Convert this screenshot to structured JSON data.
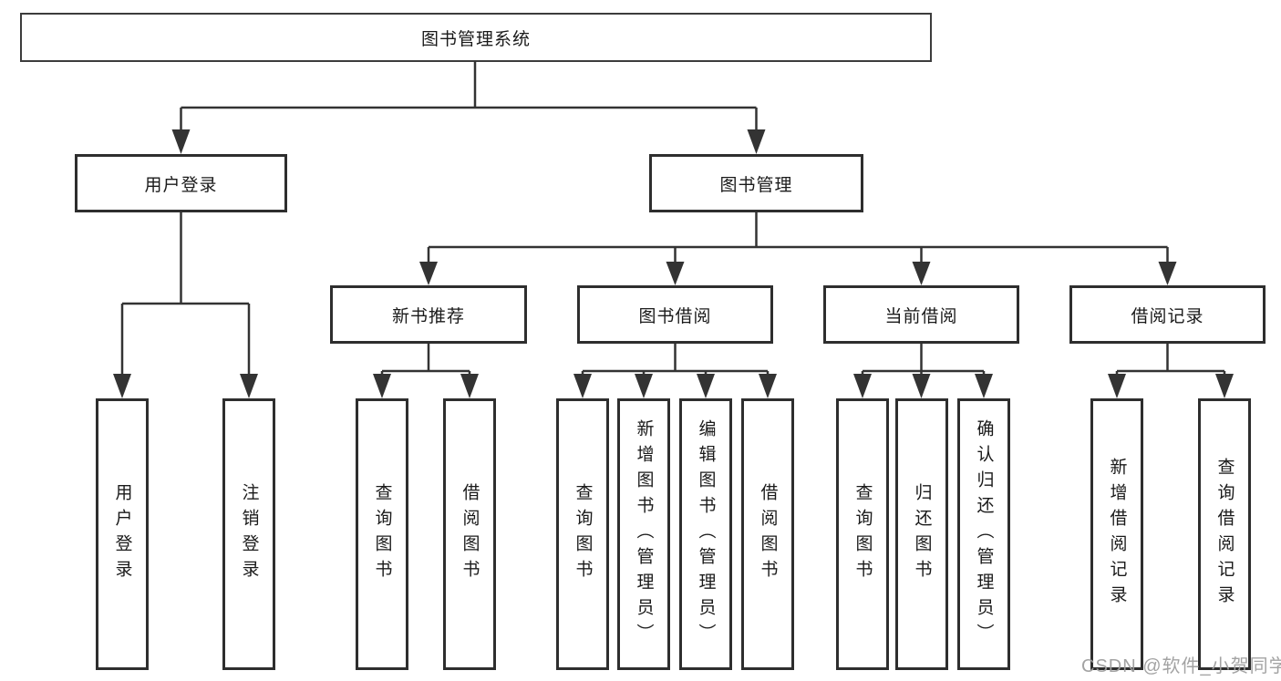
{
  "nodes": {
    "root": "图书管理系统",
    "user_login": "用户登录",
    "book_mgmt": "图书管理",
    "new_books": "新书推荐",
    "book_borrow": "图书借阅",
    "current_borrow": "当前借阅",
    "borrow_records": "借阅记录"
  },
  "leaves": {
    "user_login": [
      "用户登录",
      "注销登录"
    ],
    "new_books": [
      "查询图书",
      "借阅图书"
    ],
    "book_borrow": [
      "查询图书",
      "新增图书（管理员）",
      "编辑图书（管理员）",
      "借阅图书"
    ],
    "current_borrow": [
      "查询图书",
      "归还图书",
      "确认归还（管理员）"
    ],
    "borrow_records": [
      "新增借阅记录",
      "查询借阅记录"
    ]
  },
  "watermark": "CSDN @软件_小贺同学",
  "colors": {
    "line": "#333333",
    "box_border": "#2e2e2e",
    "text": "#1a1a1a",
    "watermark": "#9e9e9e",
    "background": "#ffffff"
  }
}
